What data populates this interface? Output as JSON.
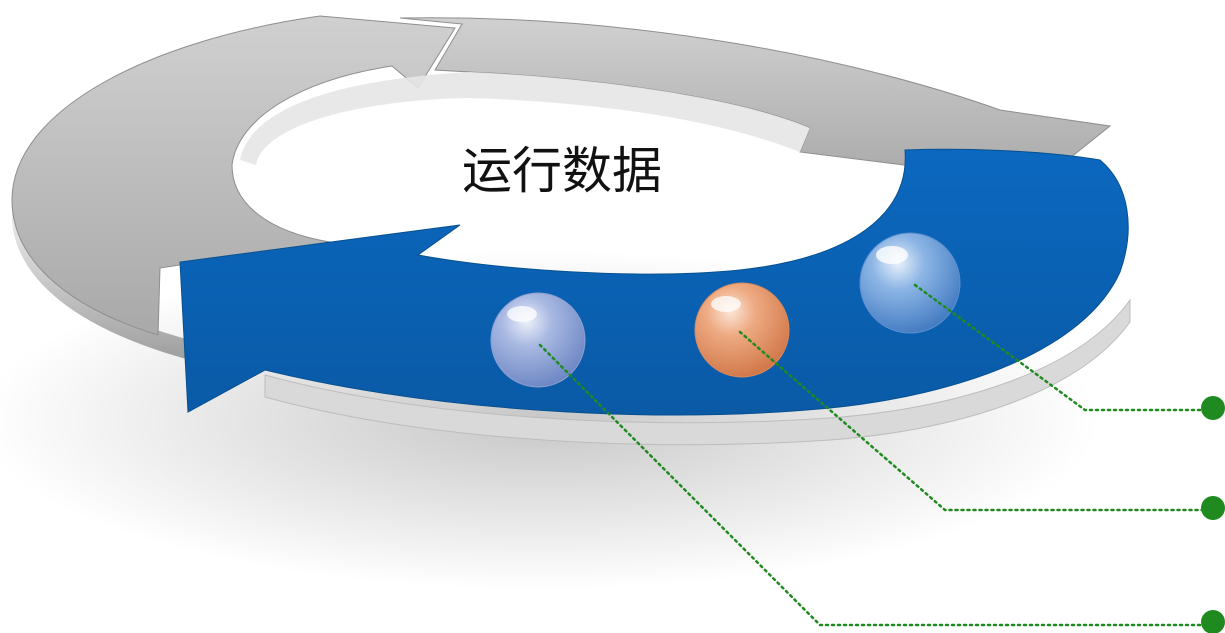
{
  "diagram": {
    "center_title": "运行数据",
    "colors": {
      "ring_gray": "#b5b5b5",
      "ring_blue": "#0a63b8",
      "connector": "#1f8a1f",
      "sphere_left": "#8fa6d6",
      "sphere_middle": "#e9a27a",
      "sphere_right": "#6f9fd8"
    },
    "markers": [
      {
        "name": "marker-right",
        "icon": "blue-glass-sphere"
      },
      {
        "name": "marker-middle",
        "icon": "orange-glass-sphere"
      },
      {
        "name": "marker-left",
        "icon": "lavender-glass-sphere"
      }
    ]
  }
}
